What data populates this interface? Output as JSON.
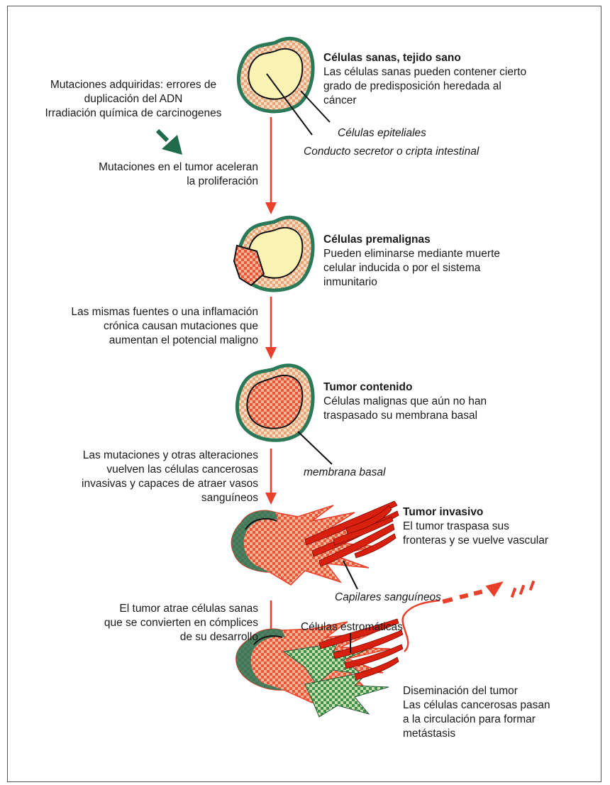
{
  "colors": {
    "arrow": "#e8402a",
    "membrane": "#2a7a5a",
    "healthy_fill": "#fbf3b4",
    "checker_tan": "#e7b98c",
    "checker_red": "#ec5535",
    "checker_green": "#4d9a52",
    "vessel": "#d91f0d"
  },
  "stages": [
    {
      "title": "Células sanas, tejido sano",
      "lines": [
        "Las células sanas pueden contener cierto",
        "grado de predisposición heredada al",
        "cáncer"
      ]
    },
    {
      "title": "Células premalignas",
      "lines": [
        "Pueden eliminarse mediante muerte",
        "celular inducida o por el sistema",
        "inmunitario"
      ]
    },
    {
      "title": "Tumor contenido",
      "lines": [
        "Células malignas que aún no han",
        "traspasado su membrana basal"
      ]
    },
    {
      "title": "Tumor invasivo",
      "lines": [
        "El tumor traspasa sus",
        "fronteras y se vuelve vascular"
      ]
    },
    {
      "title": "",
      "lines": [
        "Diseminación del tumor",
        "Las células cancerosas pasan",
        "a la circulación para formar",
        "metástasis"
      ]
    }
  ],
  "causes": [
    {
      "lines": [
        "Mutaciones adquiridas: errores de",
        "duplicación del ADN",
        "Irradiación química de carcinogenes"
      ]
    },
    {
      "lines": [
        "Mutaciones en el tumor aceleran",
        "la proliferación"
      ]
    },
    {
      "lines": [
        "Las mismas fuentes o una inflamación",
        "crónica causan mutaciones que",
        "aumentan el potencial maligno"
      ]
    },
    {
      "lines": [
        "Las mutaciones y otras alteraciones",
        "vuelven las células cancerosas",
        "invasivas y capaces de atraer vasos",
        "sanguíneos"
      ]
    },
    {
      "lines": [
        "El tumor atrae células sanas",
        "que se convierten en cómplices",
        "de su desarrollo"
      ]
    }
  ],
  "annotations": {
    "epithelial": "Células epiteliales",
    "duct": "Conducto secretor o cripta intestinal",
    "basal": "membrana basal",
    "capillaries": "Capilares sanguíneos",
    "stromal": "Células estromáticas"
  }
}
